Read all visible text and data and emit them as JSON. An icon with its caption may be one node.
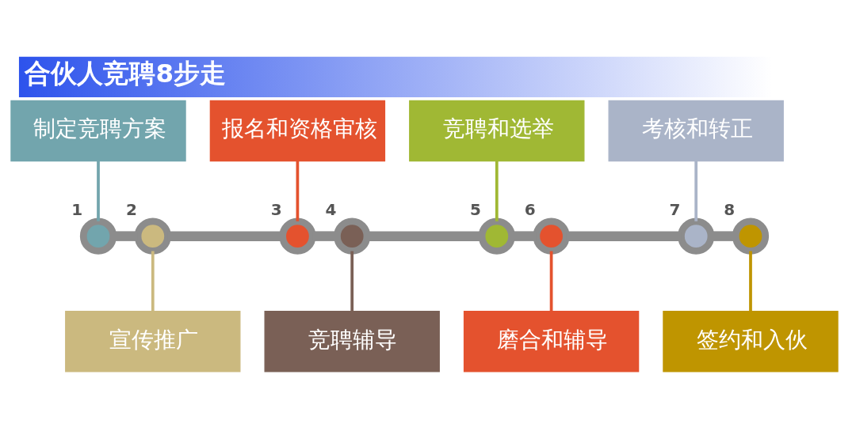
{
  "diagram": {
    "title": "合伙人竞聘8步走",
    "nodes": [
      {
        "text": [
          "制定竞聘方案"
        ]
      },
      {
        "text": [
          "报名和资格审核"
        ]
      },
      {
        "text": [
          "竞聘和选举"
        ]
      },
      {
        "text": [
          "考核和转正"
        ]
      },
      {
        "text": [],
        "shape": "circle",
        "beside": [
          "1"
        ]
      },
      {
        "text": [],
        "shape": "circle",
        "beside": [
          "2"
        ]
      },
      {
        "text": [],
        "shape": "circle",
        "beside": [
          "3"
        ]
      },
      {
        "text": [],
        "shape": "circle",
        "beside": [
          "4"
        ]
      },
      {
        "text": [],
        "shape": "circle",
        "beside": [
          "5"
        ]
      },
      {
        "text": [],
        "shape": "circle",
        "beside": [
          "6"
        ]
      },
      {
        "text": [],
        "shape": "circle",
        "beside": [
          "7"
        ]
      },
      {
        "text": [],
        "shape": "circle",
        "beside": [
          "8"
        ]
      },
      {
        "text": [
          "宣传推广"
        ]
      },
      {
        "text": [
          "竞聘辅导"
        ]
      },
      {
        "text": [
          "磨合和辅导"
        ]
      },
      {
        "text": [
          "签约和入伙"
        ]
      }
    ],
    "edges": [
      {
        "from": 4,
        "to": 5,
        "arrow": "none",
        "style": "thick",
        "color": "#8c8c8c"
      },
      {
        "from": 5,
        "to": 6,
        "arrow": "none",
        "style": "thick",
        "color": "#8c8c8c"
      },
      {
        "from": 6,
        "to": 7,
        "arrow": "none",
        "style": "thick",
        "color": "#8c8c8c"
      },
      {
        "from": 7,
        "to": 8,
        "arrow": "none",
        "style": "thick",
        "color": "#8c8c8c"
      },
      {
        "from": 8,
        "to": 9,
        "arrow": "none",
        "style": "thick",
        "color": "#8c8c8c"
      },
      {
        "from": 9,
        "to": 10,
        "arrow": "none",
        "style": "thick",
        "color": "#8c8c8c"
      },
      {
        "from": 10,
        "to": 11,
        "arrow": "none",
        "style": "thick",
        "color": "#8c8c8c"
      },
      {
        "from": 0,
        "to": 4,
        "arrow": "none",
        "color": "#72a5ad"
      },
      {
        "from": 5,
        "to": 12,
        "arrow": "none",
        "color": "#cbb97f"
      },
      {
        "from": 1,
        "to": 6,
        "arrow": "none",
        "color": "#e4522e"
      },
      {
        "from": 7,
        "to": 13,
        "arrow": "none",
        "color": "#7a6056"
      },
      {
        "from": 2,
        "to": 8,
        "arrow": "none",
        "color": "#a0b834"
      },
      {
        "from": 9,
        "to": 14,
        "arrow": "none",
        "color": "#e4522e"
      },
      {
        "from": 3,
        "to": 10,
        "arrow": "none",
        "color": "#aab4c8"
      },
      {
        "from": 11,
        "to": 15,
        "arrow": "none",
        "color": "#bf9500"
      }
    ]
  }
}
